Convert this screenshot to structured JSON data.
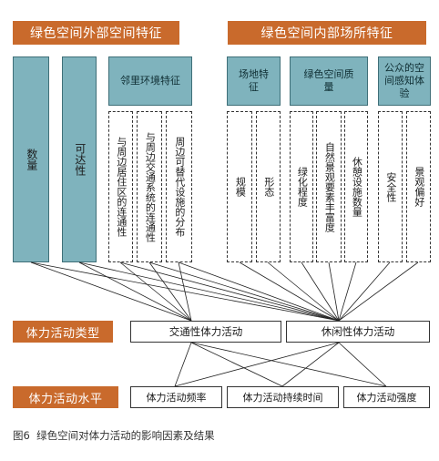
{
  "headers": {
    "external": "绿色空间外部空间特征",
    "internal": "绿色空间内部场所特征",
    "activity_type": "体力活动类型",
    "activity_level": "体力活动水平"
  },
  "external": {
    "quantity": "数量",
    "accessibility": "可达性",
    "neighborhood": {
      "title": "邻里环境特征",
      "items": [
        "与周边居住区的连通性",
        "与周边交通系统的连通性",
        "周边可替代设施的分布"
      ]
    }
  },
  "internal": {
    "site": {
      "title": "场地特征",
      "items": [
        "规模",
        "形态"
      ]
    },
    "quality": {
      "title": "绿色空间质量",
      "items": [
        "绿化程度",
        "自然景观要素丰富度",
        "休憩设施数量"
      ]
    },
    "perception": {
      "title": "公众的空间感知体验",
      "items": [
        "安全性",
        "景观偏好"
      ]
    }
  },
  "activity_types": [
    "交通性体力活动",
    "休闲性体力活动"
  ],
  "activity_levels": [
    "体力活动频率",
    "体力活动持续时间",
    "体力活动强度"
  ],
  "caption": "图6  绿色空间对体力活动的影响因素及结果",
  "colors": {
    "header": "#c96a2c",
    "teal": "#7fb3bd",
    "line": "#222222"
  }
}
